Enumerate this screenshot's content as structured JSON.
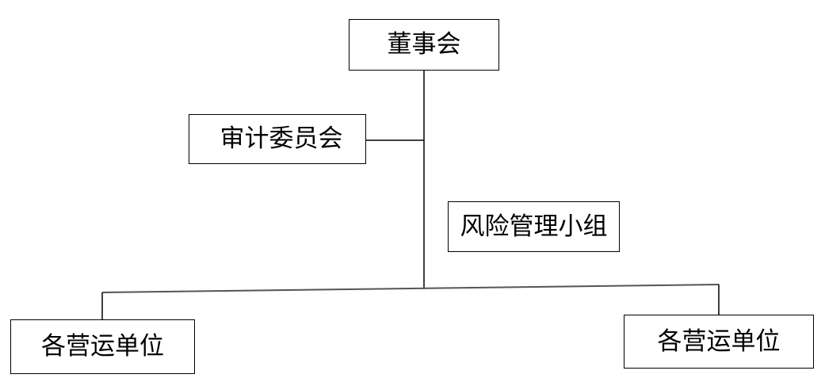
{
  "diagram": {
    "nodes": {
      "board": "董事会",
      "audit_committee": "审计委员会",
      "risk_team": "风险管理小组",
      "unit_left": "各营运单位",
      "unit_right": "各营运单位"
    },
    "edges": [
      {
        "from": "board",
        "to": "audit_committee"
      },
      {
        "from": "board",
        "to": "unit_left"
      },
      {
        "from": "board",
        "to": "unit_right"
      }
    ],
    "colors": {
      "line": "#000000",
      "box_border": "#000000",
      "background": "#ffffff"
    }
  }
}
